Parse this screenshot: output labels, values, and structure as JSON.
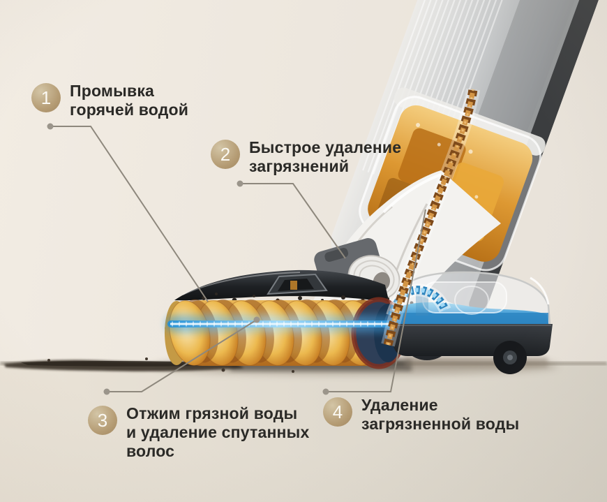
{
  "callouts": [
    {
      "number": "1",
      "lines": [
        "Промывка",
        "горячей водой"
      ]
    },
    {
      "number": "2",
      "lines": [
        "Быстрое удаление",
        "загрязнений"
      ]
    },
    {
      "number": "3",
      "lines": [
        "Отжим грязной воды",
        "и удаление спутанных",
        "волос"
      ]
    },
    {
      "number": "4",
      "lines": [
        "Удаление",
        "загрязненной воды"
      ]
    }
  ],
  "colors": {
    "wall_background": "#ece6dd",
    "floor_background": "#dcd6cb",
    "badge": "#b59c74",
    "label_text": "#2b2a27",
    "leader_line": "#8e887d",
    "laser_beam": "#5fc0f8",
    "dirty_water_amber": "#d4912e",
    "clean_water_blue": "#3e9ad8",
    "device_dark": "#24272a",
    "dirt_streak": "#41372d"
  }
}
